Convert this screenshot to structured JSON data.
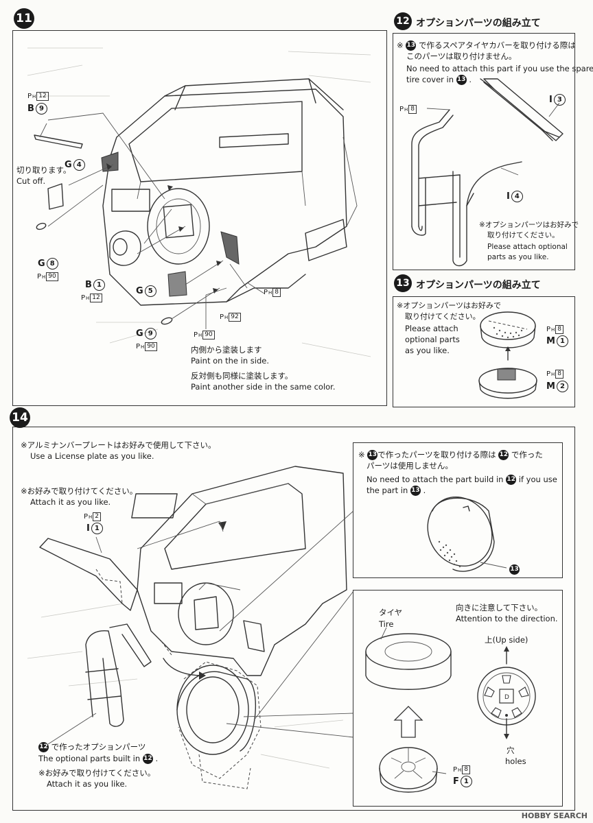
{
  "step11": {
    "number": "11",
    "note_cut": "切り取ります。",
    "note_cut_en": "Cut off.",
    "note_paint_jp": "内側から塗装します",
    "note_paint_en": "Paint on the in side.",
    "note_other_jp": "反対側も同様に塗装します。",
    "note_other_en": "Paint another side in the same color.",
    "parts": {
      "ph12a": "12",
      "b9": "B",
      "b9n": "9",
      "g4": "G",
      "g4n": "4",
      "g8": "G",
      "g8n": "8",
      "ph90a": "90",
      "b1": "B",
      "b1n": "1",
      "ph12b": "12",
      "g5": "G",
      "g5n": "5",
      "ph92": "92",
      "g9": "G",
      "g9n": "9",
      "ph90b": "90",
      "ph90c": "90",
      "ph8": "8"
    }
  },
  "step12": {
    "number": "12",
    "title": "オプションパーツの組み立て",
    "note1_jp": "で作るスペアタイヤカバーを取り付ける際は",
    "note1_jp2": "このパーツは取り付けません。",
    "note1_en": "No need to attach this part if you use the spare",
    "note1_en2": "tire cover in",
    "ref": "13",
    "note2_jp": "※オプションパーツはお好みで",
    "note2_jp2": "取り付けてください。",
    "note2_en": "Please attach optional",
    "note2_en2": "parts as you like.",
    "parts": {
      "ph8": "8",
      "i3": "I",
      "i3n": "3",
      "i4": "I",
      "i4n": "4"
    }
  },
  "step13": {
    "number": "13",
    "title": "オプションパーツの組み立て",
    "note_jp": "※オプションパーツはお好みで",
    "note_jp2": "取り付けてください。",
    "note_en": "Please attach",
    "note_en2": "optional parts",
    "note_en3": "as you like.",
    "parts": {
      "ph8a": "8",
      "m1": "M",
      "m1n": "1",
      "ph8b": "8",
      "m2": "M",
      "m2n": "2"
    }
  },
  "step14": {
    "number": "14",
    "note_plate_jp": "※アルミナンバープレートはお好みで使用して下さい。",
    "note_plate_en": "Use a License plate as you like.",
    "note_attach_jp": "※お好みで取り付けてください。",
    "note_attach_en": "Attach it as you like.",
    "parts": {
      "ph2": "2",
      "i1": "I",
      "i1n": "1",
      "ph8": "8",
      "f1": "F",
      "f1n": "1"
    },
    "note13_jp_a": "で作ったパーツを取り付ける際は",
    "note13_jp_b": "で作った",
    "note13_jp2": "パーツは使用しません。",
    "note13_en_a": "No need to attach the part build in",
    "note13_en_b": "if you use",
    "note13_en2": "the part in",
    "ref12": "12",
    "ref13": "13",
    "tire_jp": "タイヤ",
    "tire_en": "Tire",
    "direction_jp": "向きに注意して下さい。",
    "direction_en": "Attention to the direction.",
    "up_side": "上(Up side)",
    "holes_jp": "穴",
    "holes_en": "holes",
    "optional_jp": "で作ったオプションパーツ",
    "optional_en": "The optional parts built in",
    "attach_jp": "※お好みで取り付けてください。",
    "attach_en": "Attach it as you like."
  },
  "ph_prefix": "P",
  "ph_sub": "H",
  "watermark": "HOBBY SEARCH"
}
